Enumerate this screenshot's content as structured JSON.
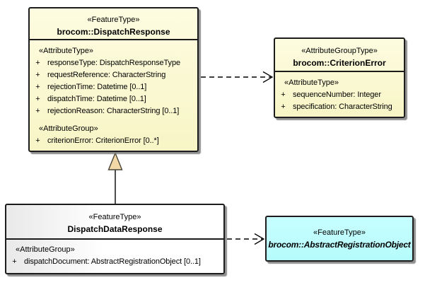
{
  "symbols": {
    "plus": "+"
  },
  "classes": {
    "dispatch_response": {
      "stereotype": "«FeatureType»",
      "name": "brocom::DispatchResponse",
      "attr_type_heading": "«AttributeType»",
      "attributes": [
        "responseType: DispatchResponseType",
        "requestReference: CharacterString",
        "rejectionTime: Datetime [0..1]",
        "dispatchTime: Datetime [0..1]",
        "rejectionReason: CharacterString [0..1]"
      ],
      "attr_group_heading": "«AttributeGroup»",
      "group_attributes": [
        "criterionError: CriterionError [0..*]"
      ]
    },
    "criterion_error": {
      "stereotype": "«AttributeGroupType»",
      "name": "brocom::CriterionError",
      "attr_type_heading": "«AttributeType»",
      "attributes": [
        "sequenceNumber: Integer",
        "specification: CharacterString"
      ]
    },
    "dispatch_data_response": {
      "stereotype": "«FeatureType»",
      "name": "DispatchDataResponse",
      "attr_group_heading": "«AttributeGroup»",
      "group_attributes": [
        "dispatchDocument: AbstractRegistrationObject [0..1]"
      ]
    },
    "abstract_registration_object": {
      "stereotype": "«FeatureType»",
      "name": "brocom::AbstractRegistrationObject"
    }
  },
  "connectors": {
    "generalization": {
      "from": "DispatchDataResponse",
      "to": "brocom::DispatchResponse",
      "style": "solid-closed-triangle"
    },
    "dependency_criterion_error": {
      "from": "brocom::DispatchResponse",
      "to": "brocom::CriterionError",
      "style": "dashed-open-arrow"
    },
    "dependency_abstract_registration_object": {
      "from": "DispatchDataResponse",
      "to": "brocom::AbstractRegistrationObject",
      "style": "dashed-open-arrow"
    }
  },
  "colors": {
    "class_fill_yellow": "#faf8cd",
    "class_fill_cyan": "#beFDFD",
    "class_fill_white_gray": "#f2f2f2",
    "border_black": "#1c1c1c",
    "generalization_triangle_fill": "#f2d8a6",
    "generalization_triangle_stroke": "#4a4439",
    "line_black": "#000000"
  }
}
